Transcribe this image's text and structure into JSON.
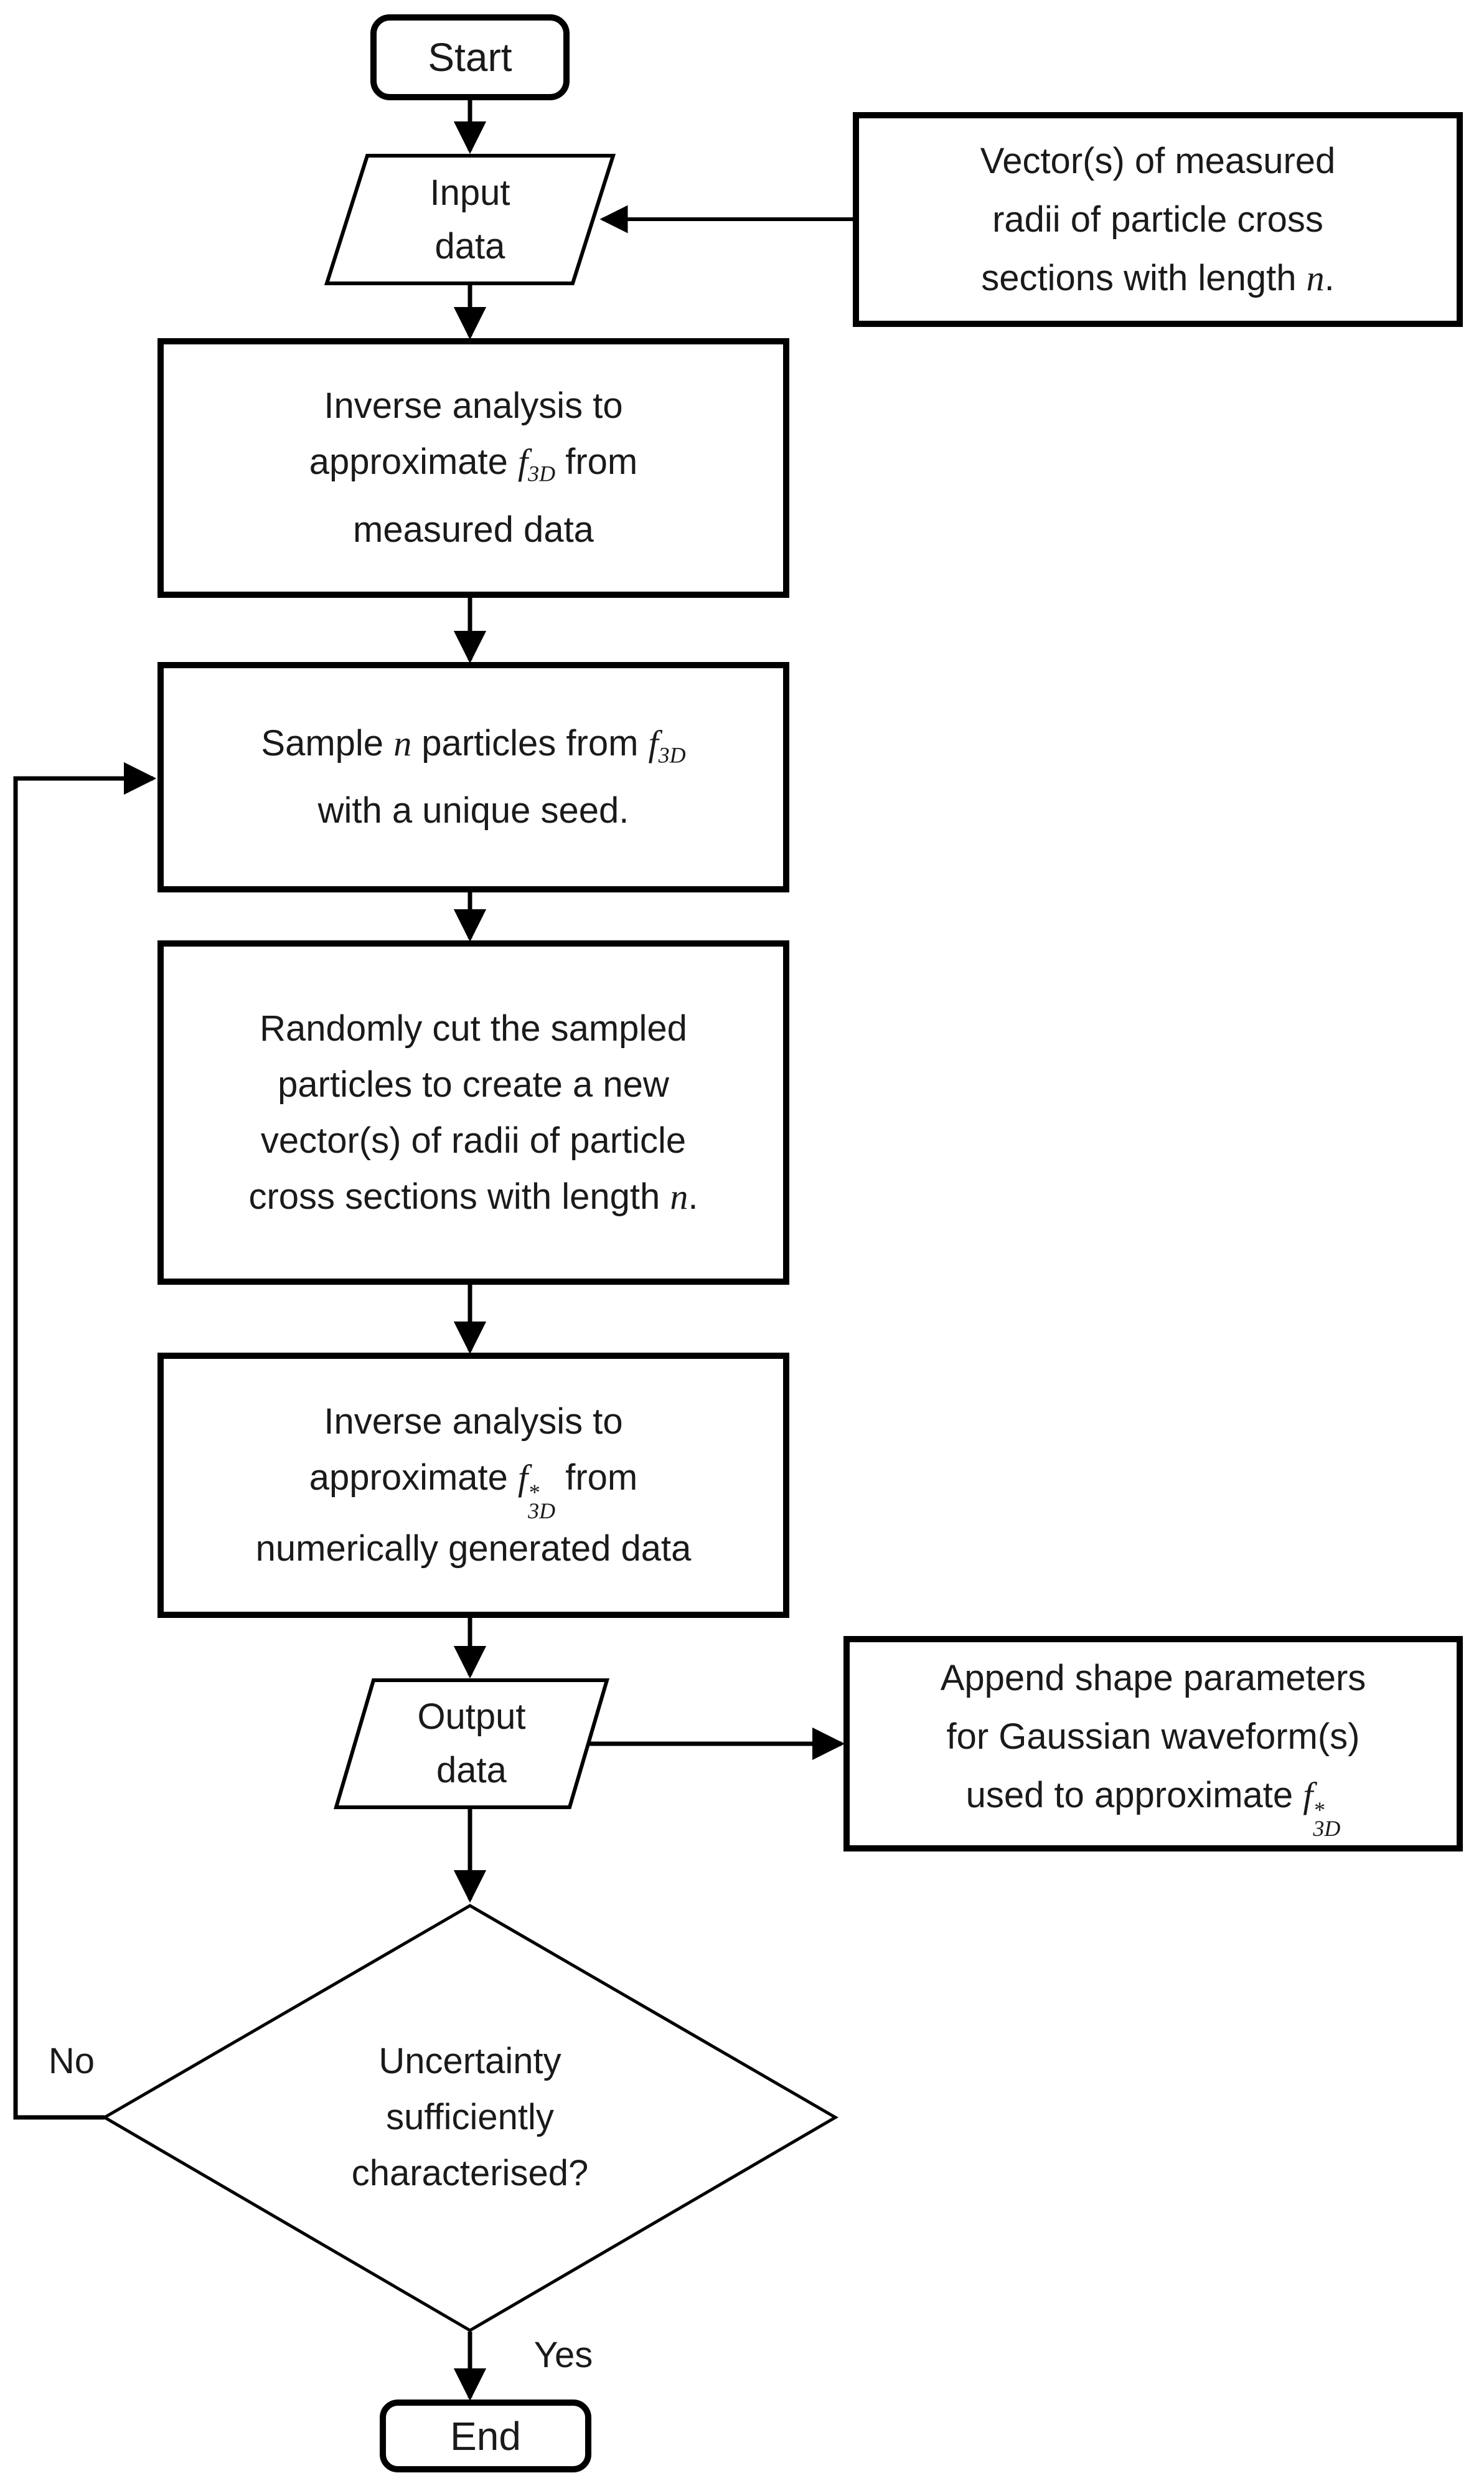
{
  "flowchart": {
    "colors": {
      "stroke": "#000000",
      "background": "#ffffff",
      "text": "#1a1a1a"
    },
    "start": {
      "label": "Start"
    },
    "input_data": {
      "line1": "Input",
      "line2": "data"
    },
    "measured_vector_note": {
      "line1": "Vector(s) of measured",
      "line2": "radii of particle cross",
      "line3_pre": "sections with length ",
      "n": "n",
      "line3_post": "."
    },
    "inverse_measured": {
      "line1": "Inverse analysis to",
      "line2_pre": "approximate ",
      "f": "f",
      "f_sub": "3D",
      "line2_post": " from",
      "line3": "measured data"
    },
    "sample": {
      "line1_pre": "Sample ",
      "n": "n",
      "line1_mid": " particles from ",
      "f": "f",
      "f_sub": "3D",
      "line2": "with a unique seed."
    },
    "random_cut": {
      "line1": "Randomly cut the sampled",
      "line2": "particles to create a new",
      "line3": "vector(s) of radii of particle",
      "line4_pre": "cross sections with length ",
      "n": "n",
      "line4_post": "."
    },
    "inverse_generated": {
      "line1": "Inverse analysis to",
      "line2_pre": "approximate ",
      "f": "f",
      "f_sup": "*",
      "f_sub": "3D",
      "line2_post": " from",
      "line3": "numerically generated data"
    },
    "output_data": {
      "line1": "Output",
      "line2": "data"
    },
    "append_note": {
      "line1": "Append shape parameters",
      "line2": "for Gaussian waveform(s)",
      "line3_pre": "used to approximate ",
      "f": "f",
      "f_sup": "*",
      "f_sub": "3D"
    },
    "decision": {
      "line1": "Uncertainty",
      "line2": "sufficiently",
      "line3": "characterised?"
    },
    "end": {
      "label": "End"
    },
    "edge_labels": {
      "no": "No",
      "yes": "Yes"
    }
  }
}
